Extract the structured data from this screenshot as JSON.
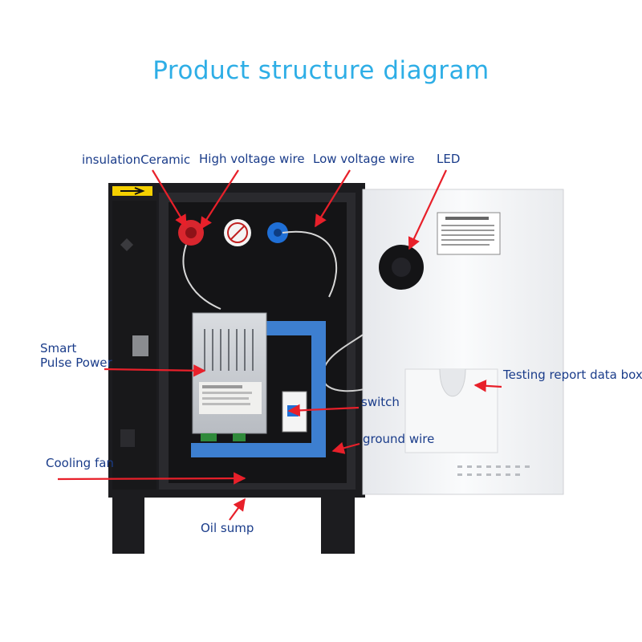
{
  "title": "Product structure diagram",
  "labels": {
    "insulation_ceramic": "insulationCeramic",
    "high_voltage_wire": "High voltage wire",
    "low_voltage_wire": "Low voltage wire",
    "led": "LED",
    "smart_pulse_power": "Smart\nPulse Power",
    "testing_report_data_box": "Testing report data box",
    "switch": "switch",
    "ground_wire": "ground wire",
    "cooling_fan": "Cooling fan",
    "oil_sump": "Oil sump"
  },
  "colors": {
    "title": "#2eaee6",
    "label_text": "#1a3c8a",
    "arrow": "#e8202a",
    "cabinet": "#1c1c1f",
    "door": "#f2f3f5",
    "bracket": "#3d7fd0"
  }
}
